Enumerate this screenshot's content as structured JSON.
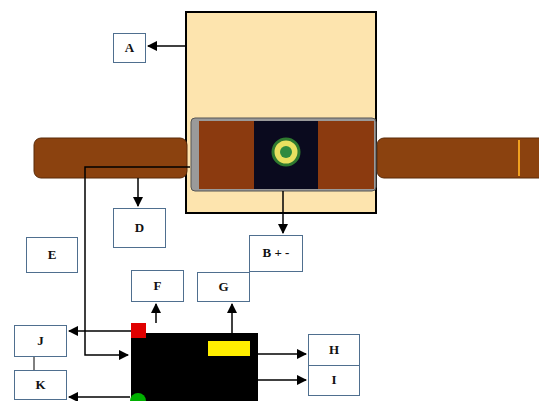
{
  "diagram": {
    "nodes": [
      {
        "text": [
          "A"
        ]
      },
      {
        "text": [
          "D"
        ]
      },
      {
        "text": [
          "B + -"
        ]
      },
      {
        "text": [
          "E"
        ]
      },
      {
        "text": [
          "F"
        ]
      },
      {
        "text": [
          "G"
        ]
      },
      {
        "text": [
          "J"
        ]
      },
      {
        "text": [
          "H"
        ]
      },
      {
        "text": [
          "I"
        ]
      },
      {
        "text": [
          "K"
        ]
      }
    ],
    "edges": [
      {
        "from": 6,
        "to": 9,
        "arrow": "none"
      }
    ]
  }
}
